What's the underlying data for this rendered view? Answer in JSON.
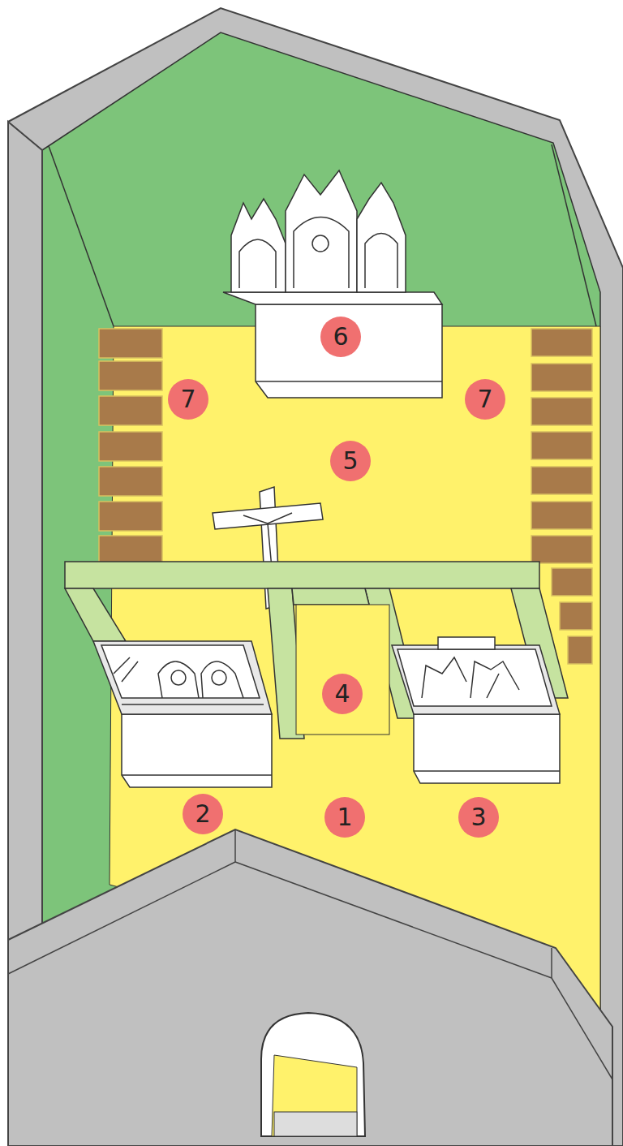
{
  "diagram": {
    "labels": [
      "6",
      "7",
      "7",
      "5",
      "4",
      "2",
      "1",
      "3"
    ]
  }
}
